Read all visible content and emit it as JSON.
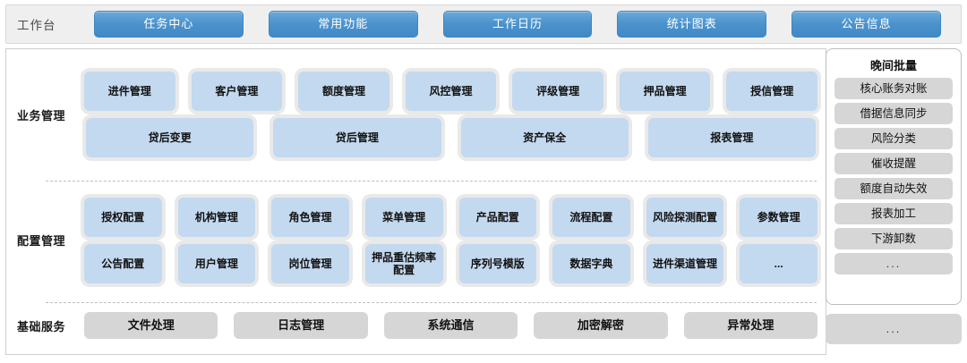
{
  "toolbar": {
    "title": "工作台",
    "tabs": [
      {
        "label": "任务中心"
      },
      {
        "label": "常用功能"
      },
      {
        "label": "工作日历"
      },
      {
        "label": "统计图表"
      },
      {
        "label": "公告信息"
      }
    ]
  },
  "sections": [
    {
      "label": "业务管理",
      "rows": [
        [
          "进件管理",
          "客户管理",
          "额度管理",
          "风控管理",
          "评级管理",
          "押品管理",
          "授信管理"
        ],
        [
          "贷后变更",
          "贷后管理",
          "资产保全",
          "报表管理"
        ]
      ]
    },
    {
      "label": "配置管理",
      "rows": [
        [
          "授权配置",
          "机构管理",
          "角色管理",
          "菜单管理",
          "产品配置",
          "流程配置",
          "风险探测配置",
          "参数管理"
        ],
        [
          "公告配置",
          "用户管理",
          "岗位管理",
          "押品重估频率配置",
          "序列号模版",
          "数据字典",
          "进件渠道管理",
          "..."
        ]
      ]
    },
    {
      "label": "基础服务",
      "rows": [
        [
          "文件处理",
          "日志管理",
          "系统通信",
          "加密解密",
          "异常处理"
        ]
      ]
    }
  ],
  "batch_panel": {
    "title": "晚间批量",
    "items": [
      "核心账务对账",
      "借据信息同步",
      "风险分类",
      "催收提醒",
      "额度自动失效",
      "报表加工",
      "下游卸数",
      "..."
    ],
    "more_label": "..."
  },
  "colors": {
    "accent_blue": "#4c93cd",
    "chip_blue": "#c3d9ef",
    "chip_gray": "#d6d6d6",
    "toolbar_bg": "#efefef",
    "border": "#cfcfcf"
  }
}
